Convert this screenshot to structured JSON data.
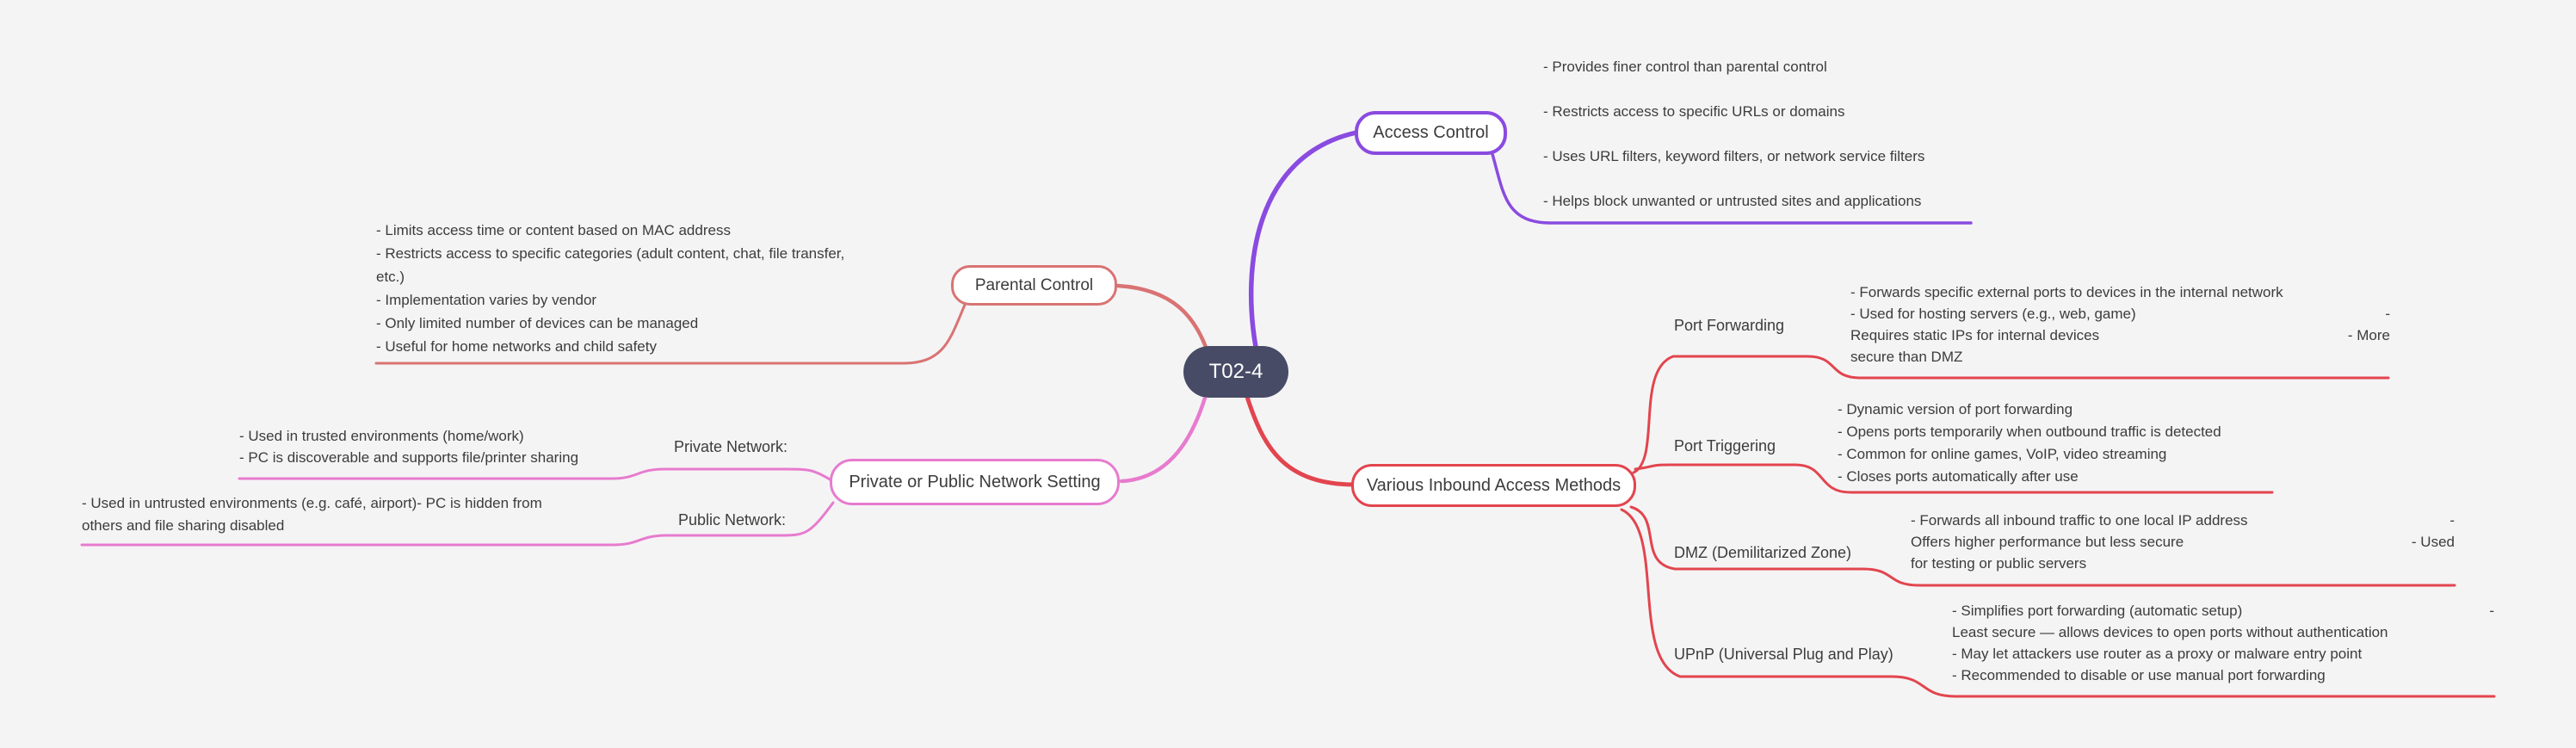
{
  "colors": {
    "background": "#f5f4f5",
    "text": "#3c3c3c",
    "root_bg": "#474b66",
    "access": "#8a4be0",
    "parental": "#d97373",
    "network": "#e77bce",
    "inbound": "#e2454e"
  },
  "root": {
    "label": "T02-4"
  },
  "branches": {
    "access_control": {
      "label": "Access Control",
      "color": "#8a4be0",
      "notes": [
        "- Provides finer control than parental control",
        "- Restricts access to specific URLs or domains",
        "- Uses URL filters, keyword filters, or network service filters",
        "- Helps block unwanted or untrusted sites and applications"
      ]
    },
    "parental_control": {
      "label": "Parental Control",
      "color": "#d97373",
      "notes": [
        "- Limits access time or content based on MAC address",
        "- Restricts access to specific categories (adult content, chat, file transfer,",
        "etc.)",
        "- Implementation varies by vendor",
        "- Only limited number of devices can be managed",
        "- Useful for home networks and child safety"
      ]
    },
    "network_setting": {
      "label": "Private or Public Network Setting",
      "color": "#e77bce",
      "children": {
        "private": {
          "label": "Private Network:",
          "notes": [
            "- Used in trusted environments (home/work)",
            "- PC is discoverable and supports file/printer sharing"
          ]
        },
        "public": {
          "label": "Public Network:",
          "notes": [
            "- Used in untrusted environments (e.g. café, airport)- PC is hidden from",
            "others and file sharing disabled"
          ]
        }
      }
    },
    "inbound_methods": {
      "label": "Various Inbound Access Methods",
      "color": "#e2454e",
      "children": {
        "port_forwarding": {
          "label": "Port Forwarding",
          "lines": [
            {
              "left": "- Forwards specific external ports to devices in the internal network"
            },
            {
              "left": "- Used for hosting servers (e.g., web, game)",
              "right": "-"
            },
            {
              "left": "Requires static IPs for internal devices",
              "right": "- More"
            },
            {
              "left": "secure than DMZ"
            }
          ]
        },
        "port_triggering": {
          "label": "Port Triggering",
          "lines": [
            {
              "left": "- Dynamic version of port forwarding"
            },
            {
              "left": "- Opens ports temporarily when outbound traffic is detected"
            },
            {
              "left": "- Common for online games, VoIP, video streaming"
            },
            {
              "left": "- Closes ports automatically after use"
            }
          ]
        },
        "dmz": {
          "label": "DMZ (Demilitarized Zone)",
          "lines": [
            {
              "left": "- Forwards all inbound traffic to one local IP address",
              "right": "-"
            },
            {
              "left": "Offers higher performance but less secure",
              "right": "- Used"
            },
            {
              "left": "for testing or public servers"
            }
          ]
        },
        "upnp": {
          "label": "UPnP (Universal Plug and Play)",
          "lines": [
            {
              "left": "- Simplifies port forwarding (automatic setup)",
              "right": "-"
            },
            {
              "left": "Least secure — allows devices to open ports without authentication"
            },
            {
              "left": "- May let attackers use router as a proxy or malware entry point"
            },
            {
              "left": "- Recommended to disable or use manual port forwarding"
            }
          ]
        }
      }
    }
  }
}
